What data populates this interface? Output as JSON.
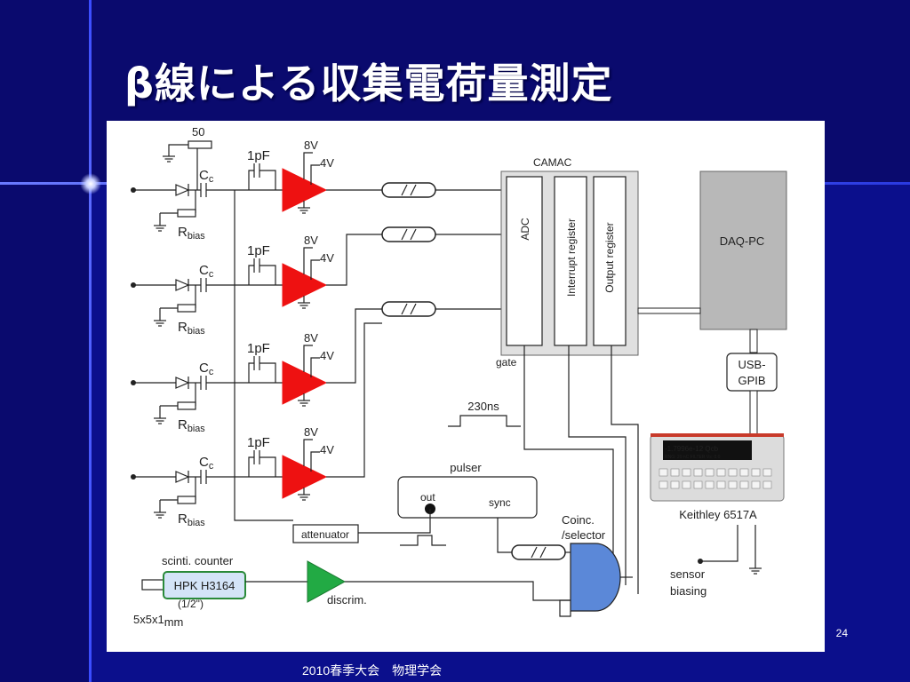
{
  "slide": {
    "title": "β線による収集電荷量測定",
    "slide_number": "24",
    "footer": "2010春季大会　物理学会"
  },
  "diagram": {
    "resistor_50": "50",
    "cap_feedback": "1pF",
    "coupling_cap": "C",
    "coupling_cap_sub": "c",
    "bias_resistor": "R",
    "bias_resistor_sub": "bias",
    "supply_8v": "8V",
    "supply_4v": "4V",
    "camac": "CAMAC",
    "adc": "ADC",
    "interrupt_register": "Interrupt register",
    "output_register": "Output register",
    "gate": "gate",
    "daq_pc": "DAQ-PC",
    "usb_gpib_line1": "USB-",
    "usb_gpib_line2": "GPIB",
    "keithley": "Keithley 6517A",
    "sensor_biasing_line1": "sensor",
    "sensor_biasing_line2": "biasing",
    "delay_230": "230ns",
    "pulser": "pulser",
    "out": "out",
    "sync": "sync",
    "attenuator": "attenuator",
    "coinc_line1": "Coinc.",
    "coinc_line2": "/selector",
    "scinti_counter": "scinti. counter",
    "hpk": "HPK H3164",
    "hpk_size": "(1/2\")",
    "discrim": "discrim.",
    "scinti_size": "5x5x1",
    "scinti_size_unit": "mm",
    "keithley_display_line1": "-1.7996e-12 Qcb",
    "keithley_display_line2": "RNG: 20 nC  FILTER  Vs: 0.0",
    "colors": {
      "amplifier": "#ee1111",
      "discriminator": "#22aa44",
      "coincidence": "#5b88d8",
      "camac_box": "#e0e0e0",
      "daq_pc": "#b8b8b8",
      "hpk_box": "#d4e4f8"
    }
  }
}
